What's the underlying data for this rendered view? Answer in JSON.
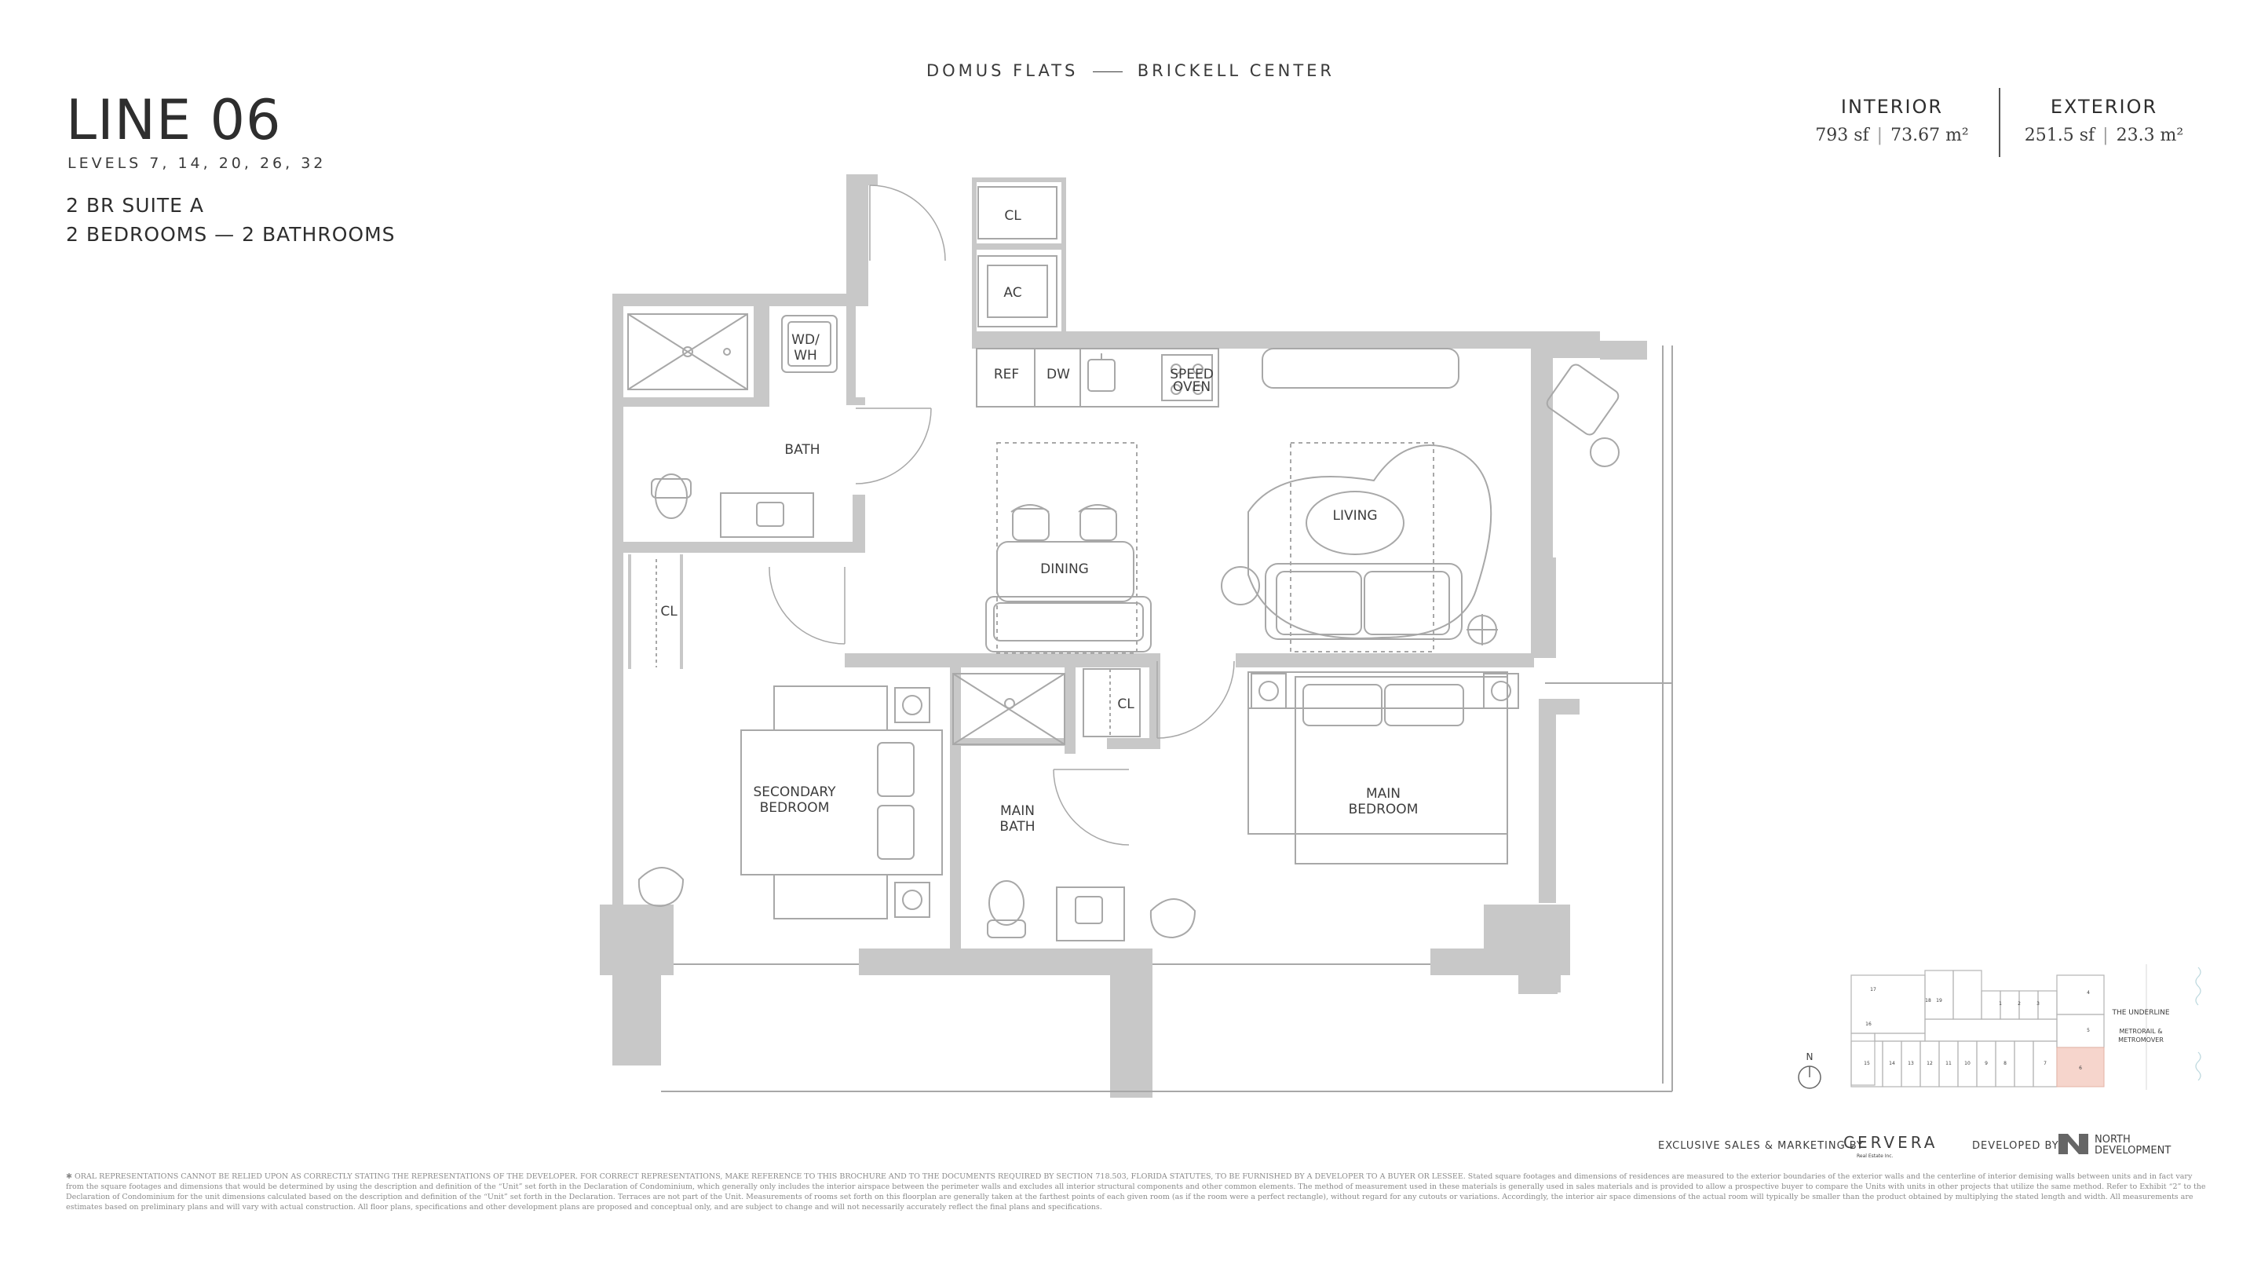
{
  "header": {
    "project": "DOMUS FLATS",
    "location": "BRICKELL CENTER"
  },
  "unit": {
    "line": "LINE 06",
    "levels": "LEVELS 7, 14, 20, 26, 32",
    "suite": "2 BR SUITE A",
    "rooms": "2 BEDROOMS — 2 BATHROOMS"
  },
  "areas": {
    "interior": {
      "label": "INTERIOR",
      "sf": "793 sf",
      "m2": "73.67 m²"
    },
    "exterior": {
      "label": "EXTERIOR",
      "sf": "251.5 sf",
      "m2": "23.3 m²"
    }
  },
  "floorplan": {
    "rooms": {
      "cl_top": "CL",
      "ac": "AC",
      "wd_wh_1": "WD/",
      "wd_wh_2": "WH",
      "ref": "REF",
      "dw": "DW",
      "speed": "SPEED",
      "oven": "OVEN",
      "bath": "BATH",
      "dining": "DINING",
      "living": "LIVING",
      "cl_left": "CL",
      "cl_mid": "CL",
      "secondary_1": "SECONDARY",
      "secondary_2": "BEDROOM",
      "main_bath_1": "MAIN",
      "main_bath_2": "BATH",
      "main_bed_1": "MAIN",
      "main_bed_2": "BEDROOM"
    },
    "wall_color": "#c8c8c8",
    "line_color": "#9a9a9a"
  },
  "keyplan": {
    "north": "N",
    "the_underline": "THE UNDERLINE",
    "metrorail_1": "METRORAIL &",
    "metrorail_2": "METROMOVER",
    "highlight_color": "#f6d5cc",
    "highlight_unit": "6",
    "top_units": [
      "17",
      "18",
      "19",
      "1",
      "2",
      "3",
      "4"
    ],
    "right_unit": "5",
    "bottom_units": [
      "15",
      "14",
      "13",
      "12",
      "11",
      "10",
      "9",
      "8",
      "7"
    ],
    "left_unit": "16"
  },
  "credits": {
    "marketing": "EXCLUSIVE SALES & MARKETING BY",
    "cervera": "CERVERA",
    "cervera_sub": "Real Estate Inc.",
    "developed": "DEVELOPED BY",
    "north_1": "NORTH",
    "north_2": "DEVELOPMENT"
  },
  "disclaimer": "✱ ORAL REPRESENTATIONS CANNOT BE RELIED UPON AS CORRECTLY STATING THE REPRESENTATIONS OF THE DEVELOPER. FOR CORRECT REPRESENTATIONS, MAKE REFERENCE TO THIS BROCHURE AND TO THE DOCUMENTS REQUIRED BY SECTION 718.503, FLORIDA STATUTES, TO BE FURNISHED BY A DEVELOPER TO A BUYER OR LESSEE. Stated square footages and dimensions of residences are measured to the exterior boundaries of the exterior walls and the centerline of interior demising walls between units and in fact vary from the square footages and dimensions that would be determined by using the description and definition of the “Unit” set forth in the Declaration of Condominium, which generally only includes the interior airspace between the perimeter walls and excludes all interior structural components and other common elements. The method of measurement used in these materials is generally used in sales materials and is provided to allow a prospective buyer to compare the Units with units in other projects that utilize the same method. Refer to Exhibit “2” to the Declaration of Condominium for the unit dimensions calculated based on the description and definition of the “Unit” set forth in the Declaration. Terraces are not part of the Unit. Measurements of rooms set forth on this floorplan are generally taken at the farthest points of each given room (as if the room were a perfect rectangle), without regard for any cutouts or variations. Accordingly, the interior air space dimensions of the actual room will typically be smaller than the product obtained by multiplying the stated length and width. All measurements are estimates based on preliminary plans and will vary with actual construction. All floor plans, specifications and other development plans are proposed and conceptual only, and are subject to change and will not necessarily accurately reflect the final plans and specifications."
}
